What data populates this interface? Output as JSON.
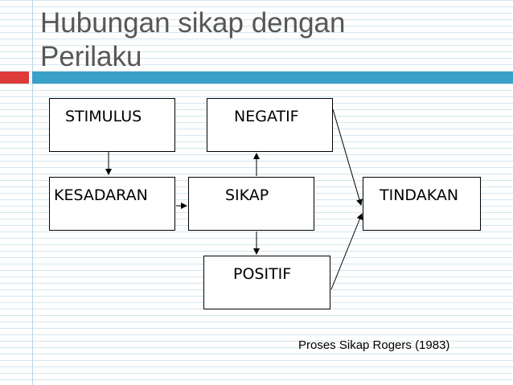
{
  "slide": {
    "title": "Hubungan sikap dengan\nPerilaku",
    "caption": "Proses Sikap Rogers (1983)"
  },
  "diagram": {
    "nodes": {
      "stimulus": "STIMULUS",
      "negatif": "NEGATIF",
      "kesadaran": "KESADARAN",
      "sikap": "SIKAP",
      "tindakan": "TINDAKAN",
      "positif": "POSITIF"
    },
    "edges": [
      {
        "from": "STIMULUS",
        "to": "KESADARAN"
      },
      {
        "from": "KESADARAN",
        "to": "SIKAP"
      },
      {
        "from": "SIKAP",
        "to": "NEGATIF"
      },
      {
        "from": "SIKAP",
        "to": "POSITIF"
      },
      {
        "from": "NEGATIF",
        "to": "TINDAKAN"
      },
      {
        "from": "POSITIF",
        "to": "TINDAKAN"
      }
    ]
  },
  "colors": {
    "accent_red": "#dd3a3a",
    "accent_blue": "#3aa0c8",
    "title_text": "#575757"
  }
}
